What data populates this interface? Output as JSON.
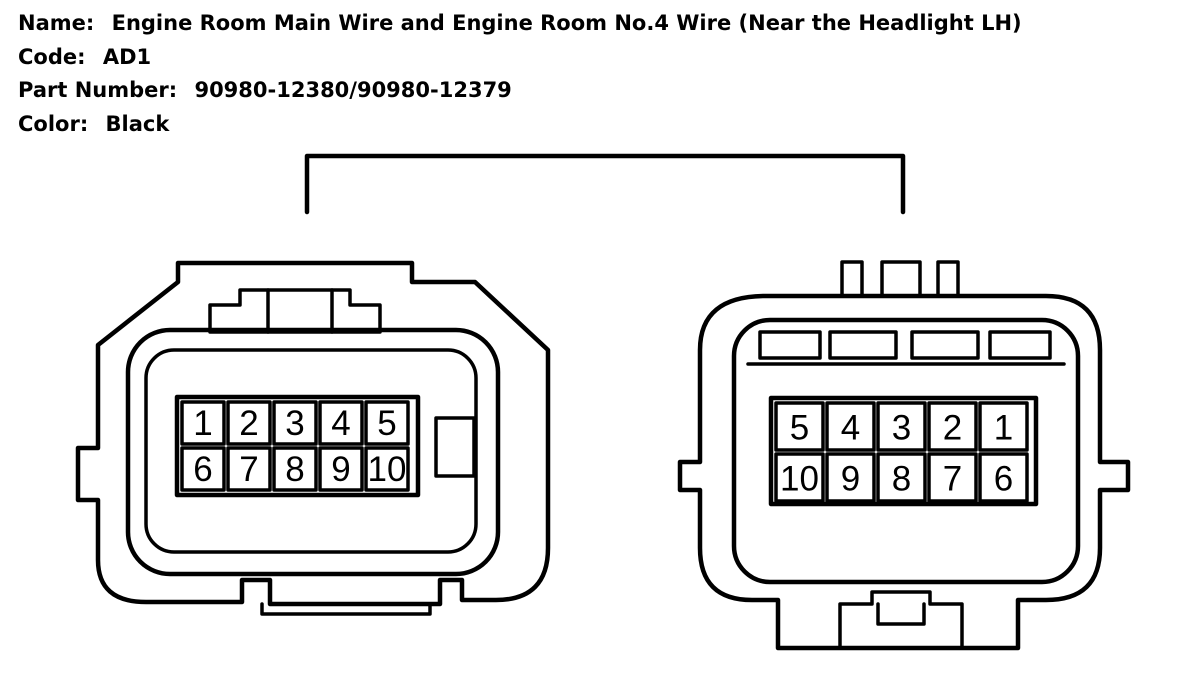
{
  "info": {
    "name_label": "Name:",
    "name_value": "Engine Room Main Wire and Engine Room No.4 Wire (Near the Headlight LH)",
    "code_label": "Code:",
    "code_value": "AD1",
    "part_label": "Part Number:",
    "part_value": "90980-12380/90980-12379",
    "color_label": "Color:",
    "color_value": "Black"
  },
  "left_connector": {
    "pins_top": [
      "1",
      "2",
      "3",
      "4",
      "5"
    ],
    "pins_bottom": [
      "6",
      "7",
      "8",
      "9",
      "10"
    ]
  },
  "right_connector": {
    "pins_top": [
      "5",
      "4",
      "3",
      "2",
      "1"
    ],
    "pins_bottom": [
      "10",
      "9",
      "8",
      "7",
      "6"
    ]
  }
}
